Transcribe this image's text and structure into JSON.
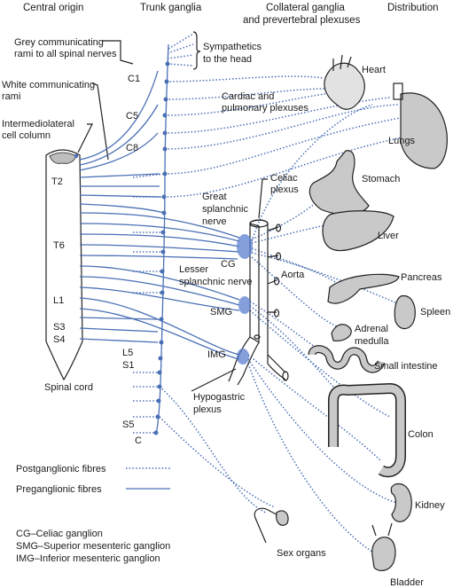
{
  "headers": {
    "central_origin": "Central origin",
    "trunk_ganglia": "Trunk ganglia",
    "collateral_line1": "Collateral ganglia",
    "collateral_line2": "and prevertebral plexuses",
    "distribution": "Distribution"
  },
  "left_labels": {
    "grey_rami_1": "Grey communicating",
    "grey_rami_2": "rami to all spinal nerves",
    "white_rami_1": "White communicating",
    "white_rami_2": "rami",
    "iml_1": "Intermediolateral",
    "iml_2": "cell column",
    "spinal_cord": "Spinal cord"
  },
  "cord_levels": [
    "T2",
    "T6",
    "L1",
    "S3",
    "S4"
  ],
  "chain_levels": [
    "C1",
    "C5",
    "C8",
    "L5",
    "S1",
    "S5",
    "C"
  ],
  "middle_labels": {
    "symp_head_1": "Sympathetics",
    "symp_head_2": "to the head",
    "cardiac_1": "Cardiac and",
    "cardiac_2": "pulmonary plexuses",
    "celiac_1": "Celiac",
    "celiac_2": "plexus",
    "great_1": "Great",
    "great_2": "splanchnic",
    "great_3": "nerve",
    "cg": "CG",
    "aorta": "Aorta",
    "lesser_1": "Lesser",
    "lesser_2": "splanchnic nerve",
    "smg": "SMG",
    "img": "IMG",
    "hypogastric_1": "Hypogastric",
    "hypogastric_2": "plexus"
  },
  "organs": {
    "heart": "Heart",
    "lungs": "Lungs",
    "stomach": "Stomach",
    "liver": "Liver",
    "pancreas": "Pancreas",
    "spleen": "Spleen",
    "adrenal_1": "Adrenal",
    "adrenal_2": "medulla",
    "small_intestine": "Small intestine",
    "colon": "Colon",
    "kidney": "Kidney",
    "sex_organs": "Sex organs",
    "bladder": "Bladder"
  },
  "legend": {
    "postganglionic": "Postganglionic fibres",
    "preganglionic": "Preganglionic fibres",
    "cg_def": "CG–Celiac ganglion",
    "smg_def": "SMG–Superior mesenteric ganglion",
    "img_def": "IMG–Inferior mesenteric ganglion"
  },
  "colors": {
    "fibre": "#4a6fb5",
    "organ_fill": "#c9c9c9"
  }
}
